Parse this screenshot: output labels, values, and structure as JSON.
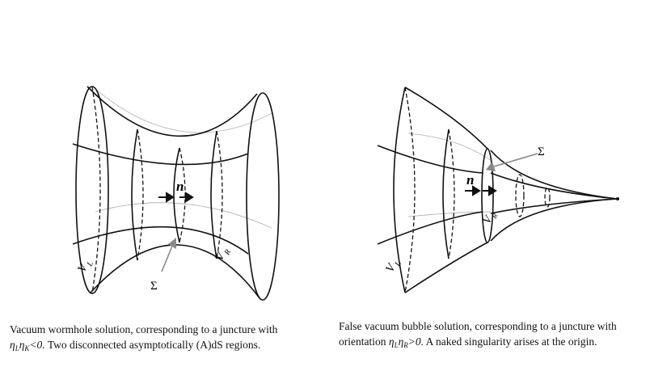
{
  "left_figure": {
    "labels": {
      "normal": "n",
      "surface": "Σ",
      "region_left": "V",
      "region_left_sub": "L",
      "region_right": "V",
      "region_right_sub": "R"
    },
    "caption": {
      "line1": "Vacuum wormhole solution, corresponding to a juncture with",
      "eta1": "η",
      "sub1": "L",
      "eta2": "η",
      "sub2": "K",
      "cond": "<0.",
      "rest": " Two disconnected asymptotically (A)dS regions."
    }
  },
  "right_figure": {
    "labels": {
      "normal": "n",
      "surface": "Σ",
      "region_left": "V",
      "region_left_sub": "L",
      "region_right": "V",
      "region_right_sub": "R"
    },
    "caption": {
      "line1": "False vacuum bubble solution, corresponding to a juncture with",
      "prefix": "orientation ",
      "eta1": "η",
      "sub1": "L",
      "eta2": "η",
      "sub2": "R",
      "cond": ">0.",
      "rest": " A naked singularity arises at the origin."
    }
  },
  "colors": {
    "ink": "#111111",
    "guide": "#b8b8b8",
    "arrow_grey": "#888888"
  }
}
